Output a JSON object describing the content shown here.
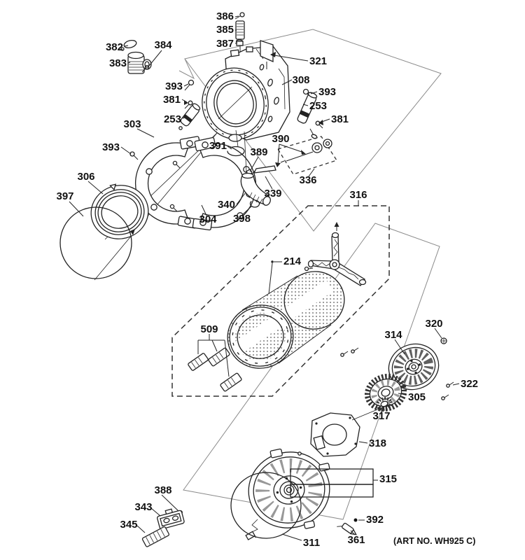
{
  "diagram": {
    "art_no": "(ART NO. WH925 C)",
    "callouts": [
      {
        "part": "386"
      },
      {
        "part": "385"
      },
      {
        "part": "387"
      },
      {
        "part": "382"
      },
      {
        "part": "383"
      },
      {
        "part": "384"
      },
      {
        "part": "321"
      },
      {
        "part": "308"
      },
      {
        "part": "393"
      },
      {
        "part": "381"
      },
      {
        "part": "253"
      },
      {
        "part": "393"
      },
      {
        "part": "253"
      },
      {
        "part": "381"
      },
      {
        "part": "303"
      },
      {
        "part": "393"
      },
      {
        "part": "306"
      },
      {
        "part": "397"
      },
      {
        "part": "304"
      },
      {
        "part": "391"
      },
      {
        "part": "389"
      },
      {
        "part": "390"
      },
      {
        "part": "336"
      },
      {
        "part": "339"
      },
      {
        "part": "340"
      },
      {
        "part": "398"
      },
      {
        "part": "316"
      },
      {
        "part": "214"
      },
      {
        "part": "509"
      },
      {
        "part": "320"
      },
      {
        "part": "314"
      },
      {
        "part": "322"
      },
      {
        "part": "305"
      },
      {
        "part": "317"
      },
      {
        "part": "318"
      },
      {
        "part": "315"
      },
      {
        "part": "388"
      },
      {
        "part": "343"
      },
      {
        "part": "345"
      },
      {
        "part": "311"
      },
      {
        "part": "392"
      },
      {
        "part": "361"
      }
    ]
  }
}
